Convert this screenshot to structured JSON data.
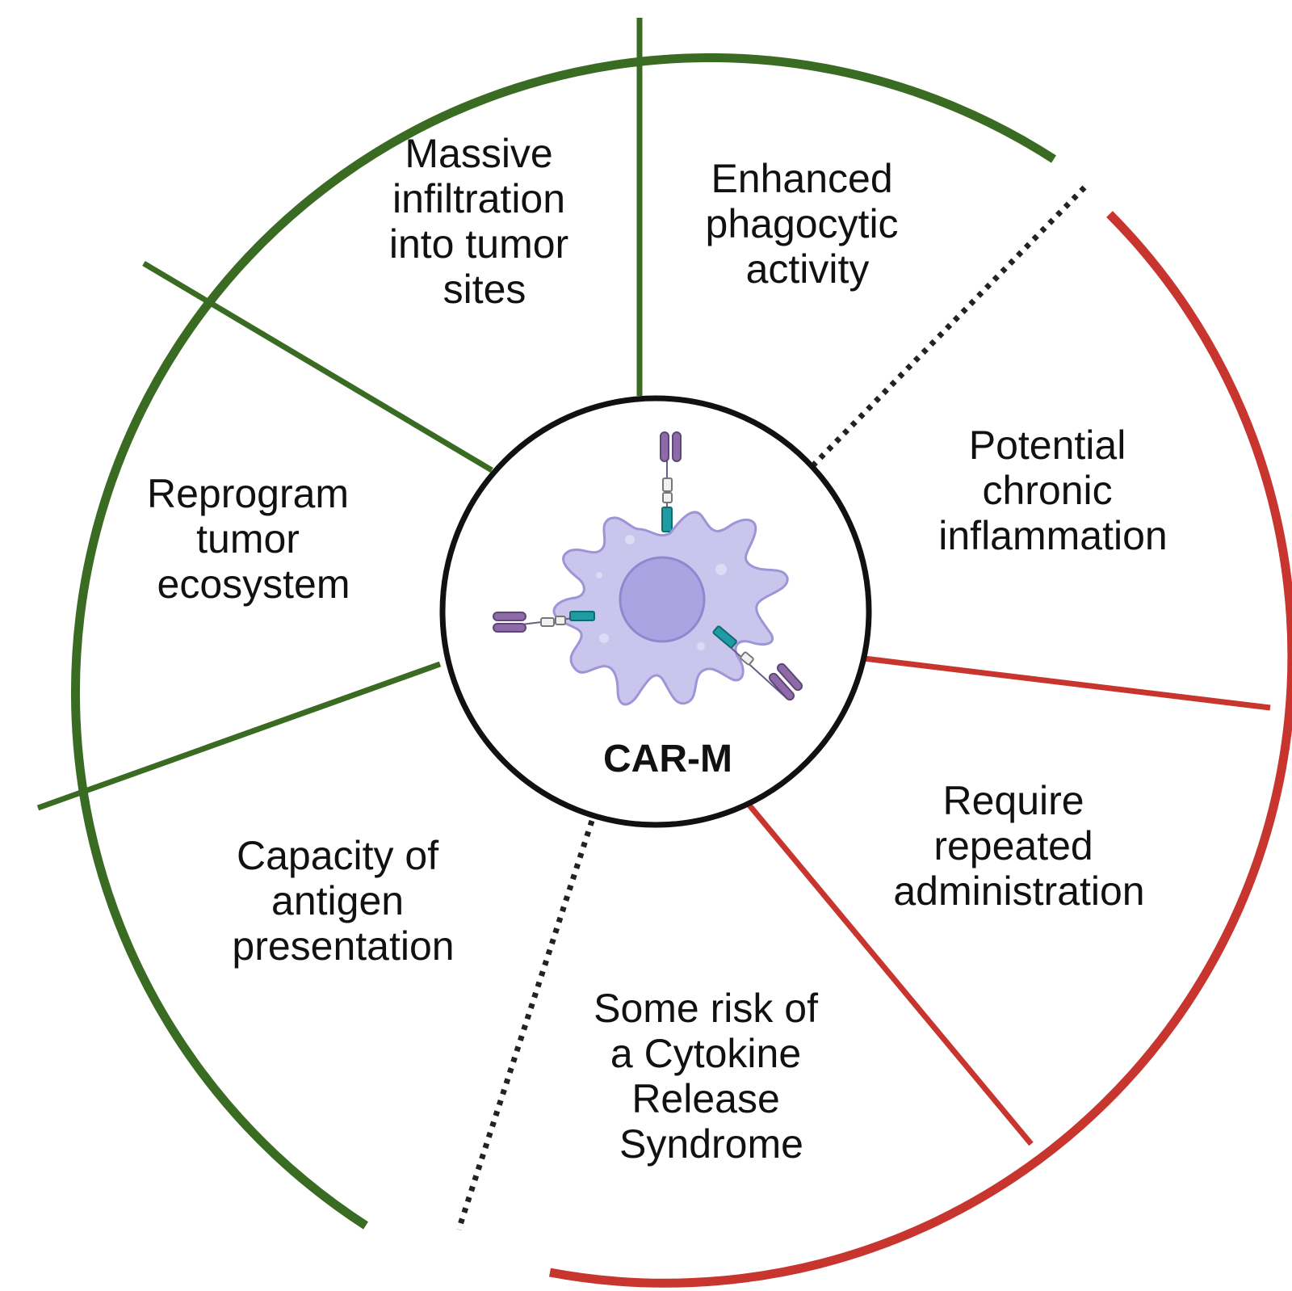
{
  "center": {
    "label": "CAR-M",
    "icon": "macrophage-cell-icon"
  },
  "colors": {
    "advantage": "#3a6b22",
    "limitation": "#c8352e",
    "divider_dotted": "#222222",
    "hub_border": "#111111",
    "cell_fill": "#c9c5ec",
    "cell_stroke": "#9d95d6",
    "nucleus_fill": "#aaa4e2",
    "receptor_purple": "#8e6aa9",
    "receptor_teal": "#1e9ba3"
  },
  "advantages": [
    {
      "id": "massive-infiltration",
      "lines": [
        "Massive",
        "infiltration",
        "into tumor",
        "sites"
      ]
    },
    {
      "id": "enhanced-phagocytic",
      "lines": [
        "Enhanced",
        "phagocytic",
        "activity"
      ]
    },
    {
      "id": "reprogram-tumor",
      "lines": [
        "Reprogram",
        "tumor",
        "ecosystem"
      ]
    },
    {
      "id": "antigen-presentation",
      "lines": [
        "Capacity of",
        "antigen",
        "presentation"
      ]
    }
  ],
  "limitations": [
    {
      "id": "chronic-inflammation",
      "lines": [
        "Potential",
        "chronic",
        "inflammation"
      ]
    },
    {
      "id": "repeated-administration",
      "lines": [
        "Require",
        "repeated",
        "administration"
      ]
    },
    {
      "id": "cytokine-release",
      "lines": [
        "Some risk of",
        "a Cytokine",
        "Release",
        "Syndrome"
      ]
    }
  ]
}
